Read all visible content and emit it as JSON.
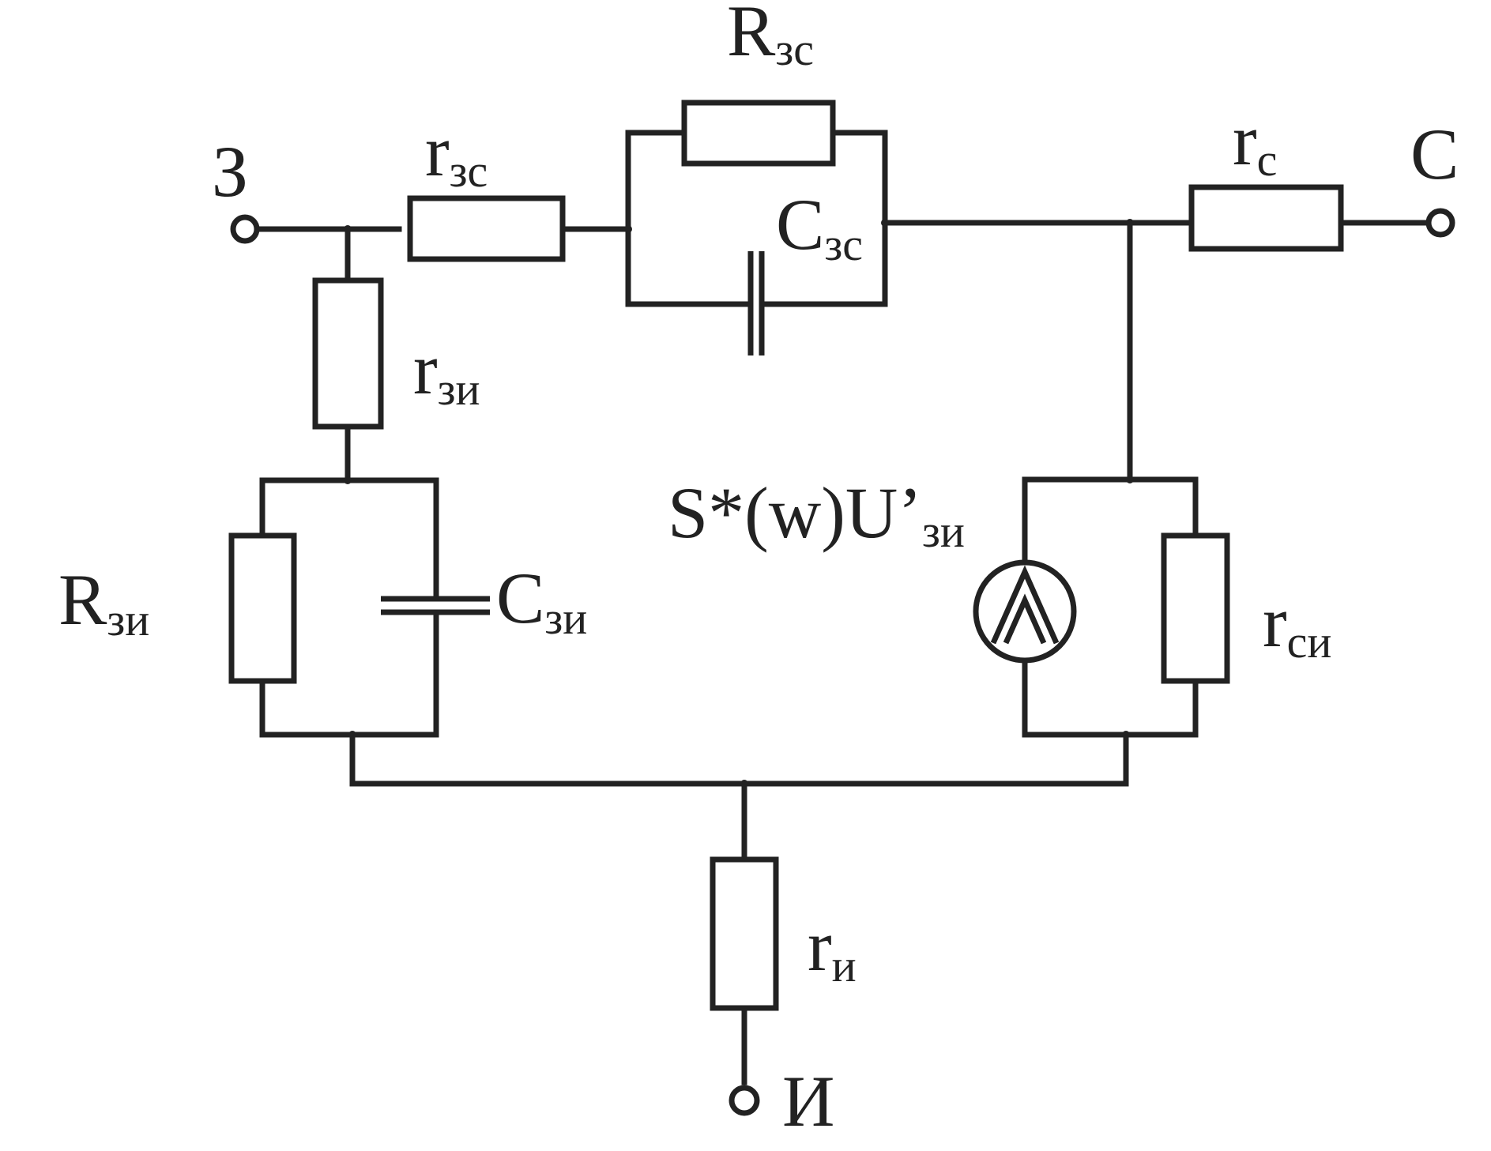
{
  "terminals": {
    "gate": "З",
    "drain": "С",
    "source": "И"
  },
  "components": {
    "R_zs": {
      "main": "R",
      "sub": "зс"
    },
    "r_zs": {
      "main": "r",
      "sub": "зс"
    },
    "C_zs": {
      "main": "C",
      "sub": "зс"
    },
    "r_c": {
      "main": "r",
      "sub": "с"
    },
    "r_zi": {
      "main": "r",
      "sub": "зи"
    },
    "R_zi": {
      "main": "R",
      "sub": "зи"
    },
    "C_zi": {
      "main": "C",
      "sub": "зи"
    },
    "r_si": {
      "main": "r",
      "sub": "си"
    },
    "r_i": {
      "main": "r",
      "sub": "и"
    },
    "current_source": {
      "main": "S*(w)U’",
      "sub": "зи"
    }
  },
  "colors": {
    "ink": "#222222",
    "background": "#ffffff"
  }
}
